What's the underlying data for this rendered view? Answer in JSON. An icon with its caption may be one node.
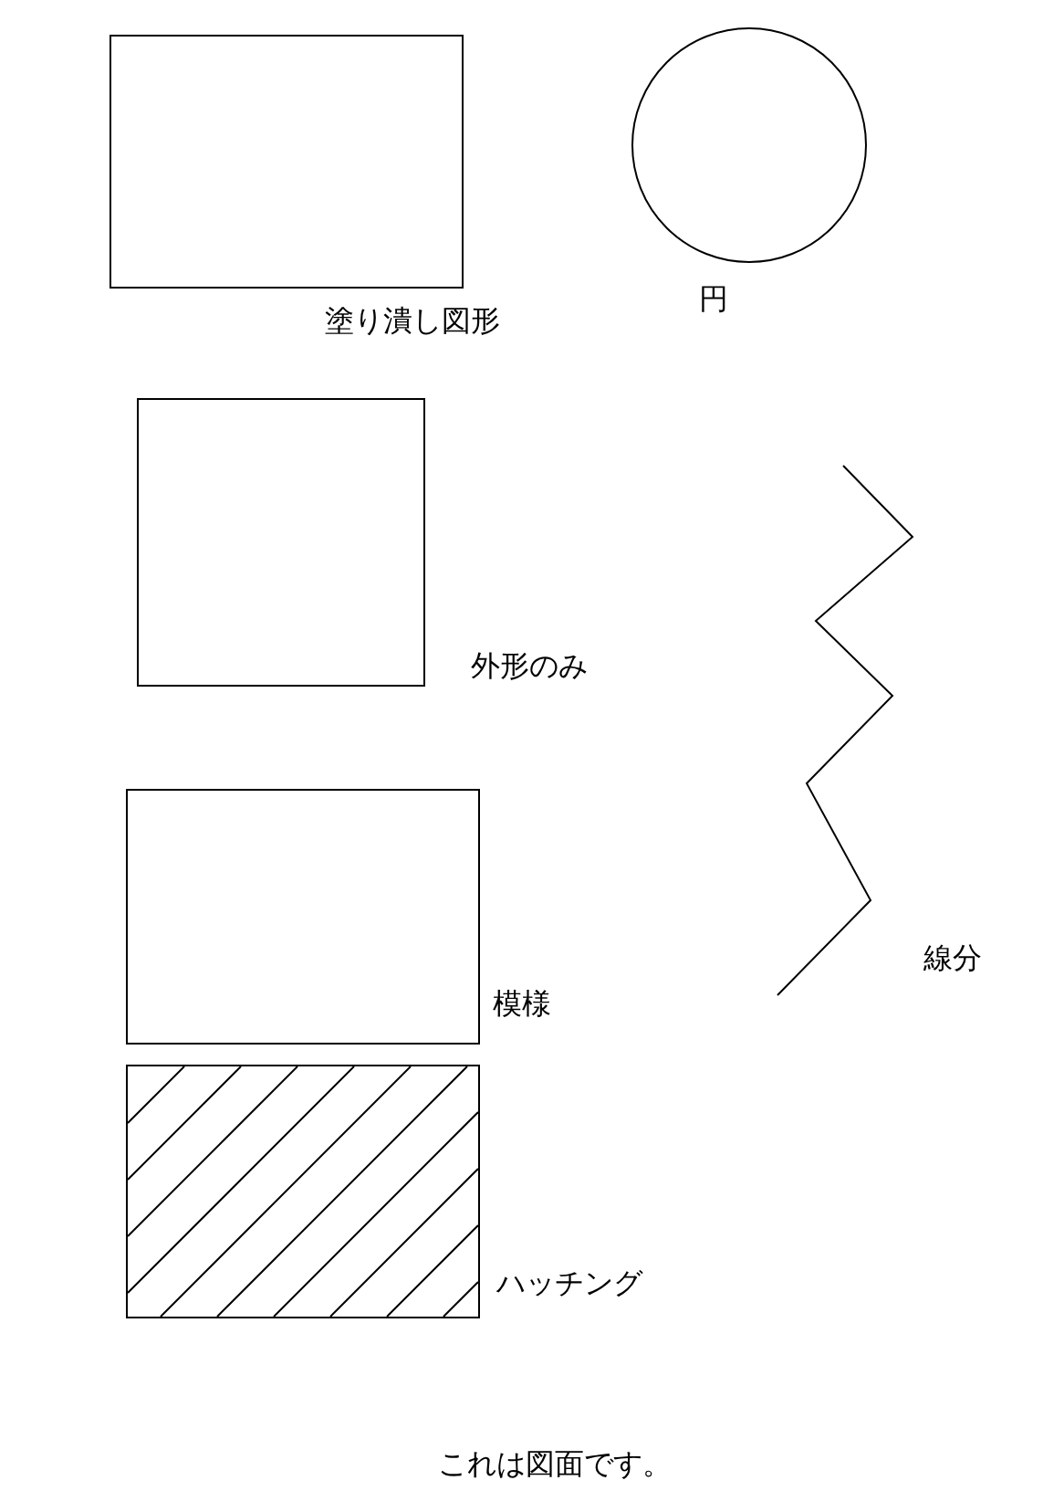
{
  "diagram": {
    "nodes": [
      {
        "text": [],
        "shape": "box",
        "beside": [
          "塗り潰し図形"
        ]
      },
      {
        "text": [],
        "shape": "circle",
        "beside": [
          "円"
        ]
      },
      {
        "text": [],
        "shape": "box",
        "beside": [
          "外形のみ"
        ]
      },
      {
        "text": [],
        "shape": "line",
        "beside": [
          "線分"
        ]
      },
      {
        "text": [],
        "shape": "box",
        "beside": [
          "模様"
        ]
      },
      {
        "text": [],
        "shape": "box",
        "beside": [
          "ハッチング"
        ]
      }
    ],
    "labels": [
      "これは図面です。"
    ]
  }
}
